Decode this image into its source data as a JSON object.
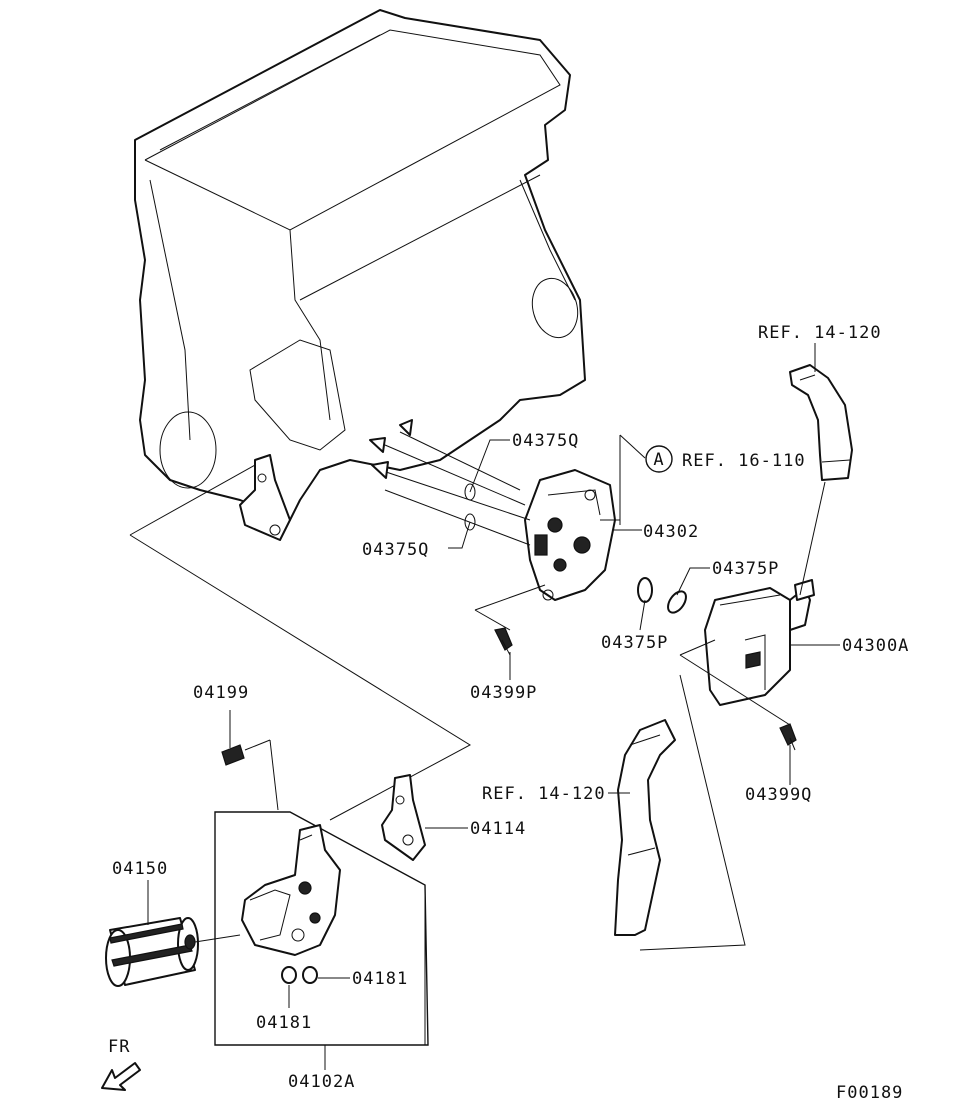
{
  "diagram": {
    "labels": {
      "ref_14_120_top": "REF. 14-120",
      "ref_16_110": "REF. 16-110",
      "circle_a": "A",
      "p04375q_top": "04375Q",
      "p04302": "04302",
      "p04375q_left": "04375Q",
      "p04375p_right": "04375P",
      "p04375p_bottom": "04375P",
      "p04300a": "04300A",
      "p04399p": "04399P",
      "p04199": "04199",
      "ref_14_120_mid": "REF. 14-120",
      "p04399q": "04399Q",
      "p04114": "04114",
      "p04150": "04150",
      "p04181_right": "04181",
      "p04181_bottom": "04181",
      "p04102a": "04102A",
      "fr": "FR",
      "figure_code": "F00189"
    }
  }
}
